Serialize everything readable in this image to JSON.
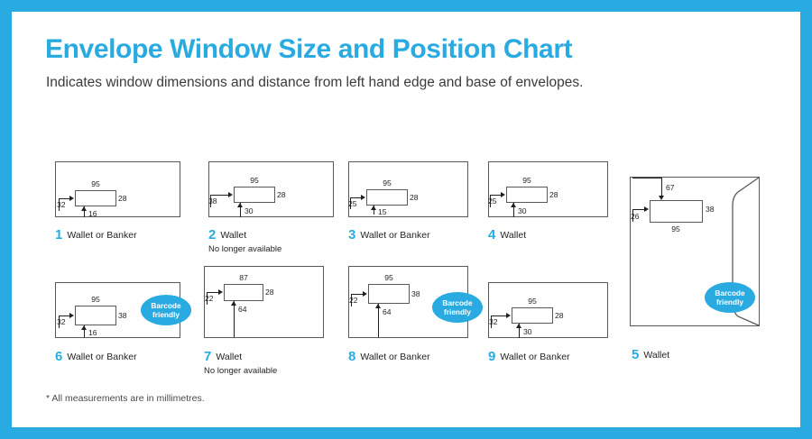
{
  "frame": {
    "accent_color": "#29ABE2",
    "background": "#ffffff"
  },
  "header": {
    "title": "Envelope Window Size and Position Chart",
    "subtitle": "Indicates window dimensions and distance from left hand edge and base of envelopes."
  },
  "footnote": "* All measurements are in millimetres.",
  "badge": {
    "line1": "Barcode",
    "line2": "friendly"
  },
  "envelopes": [
    {
      "number": "1",
      "label": "Wallet or Banker",
      "note": "",
      "orientation": "landscape",
      "barcode_friendly": false,
      "window_width_mm": "95",
      "window_height_mm": "28",
      "from_left_mm": "32",
      "from_base_mm": "16",
      "from_top_mm": ""
    },
    {
      "number": "2",
      "label": "Wallet",
      "note": "No longer available",
      "orientation": "landscape",
      "barcode_friendly": false,
      "window_width_mm": "95",
      "window_height_mm": "28",
      "from_left_mm": "38",
      "from_base_mm": "30",
      "from_top_mm": ""
    },
    {
      "number": "3",
      "label": "Wallet or Banker",
      "note": "",
      "orientation": "landscape",
      "barcode_friendly": false,
      "window_width_mm": "95",
      "window_height_mm": "28",
      "from_left_mm": "25",
      "from_base_mm": "15",
      "from_top_mm": ""
    },
    {
      "number": "4",
      "label": "Wallet",
      "note": "",
      "orientation": "landscape",
      "barcode_friendly": false,
      "window_width_mm": "95",
      "window_height_mm": "28",
      "from_left_mm": "25",
      "from_base_mm": "30",
      "from_top_mm": ""
    },
    {
      "number": "5",
      "label": "Wallet",
      "note": "",
      "orientation": "portrait",
      "barcode_friendly": true,
      "window_width_mm": "95",
      "window_height_mm": "38",
      "from_left_mm": "26",
      "from_base_mm": "",
      "from_top_mm": "67"
    },
    {
      "number": "6",
      "label": "Wallet or Banker",
      "note": "",
      "orientation": "landscape",
      "barcode_friendly": true,
      "window_width_mm": "95",
      "window_height_mm": "38",
      "from_left_mm": "32",
      "from_base_mm": "16",
      "from_top_mm": ""
    },
    {
      "number": "7",
      "label": "Wallet",
      "note": "No longer available",
      "orientation": "landscape",
      "barcode_friendly": false,
      "window_width_mm": "87",
      "window_height_mm": "28",
      "from_left_mm": "22",
      "from_base_mm": "64",
      "from_top_mm": ""
    },
    {
      "number": "8",
      "label": "Wallet or Banker",
      "note": "",
      "orientation": "landscape",
      "barcode_friendly": true,
      "window_width_mm": "95",
      "window_height_mm": "38",
      "from_left_mm": "22",
      "from_base_mm": "64",
      "from_top_mm": ""
    },
    {
      "number": "9",
      "label": "Wallet or Banker",
      "note": "",
      "orientation": "landscape",
      "barcode_friendly": false,
      "window_width_mm": "95",
      "window_height_mm": "28",
      "from_left_mm": "32",
      "from_base_mm": "30",
      "from_top_mm": ""
    }
  ]
}
